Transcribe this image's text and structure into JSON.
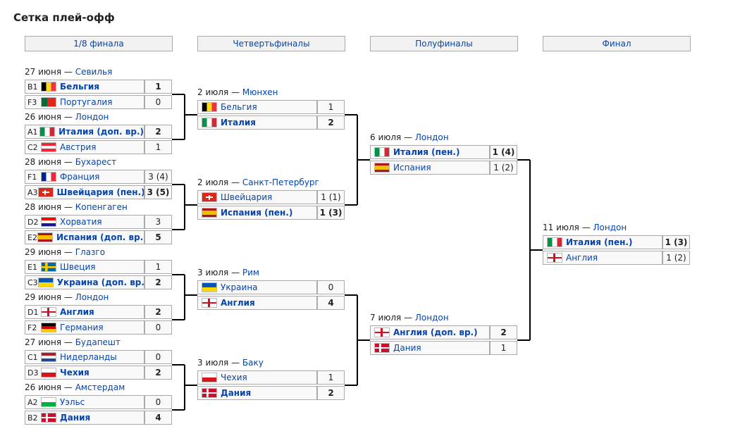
{
  "title": "Сетка плей-офф",
  "rounds": [
    "1/8 финала",
    "Четвертьфиналы",
    "Полуфиналы",
    "Финал"
  ],
  "r16": [
    {
      "date": "27 июня",
      "city": "Севилья",
      "teams": [
        {
          "seed": "B1",
          "name": "Бельгия",
          "score": "1",
          "win": true,
          "flag": "belgium"
        },
        {
          "seed": "F3",
          "name": "Португалия",
          "score": "0",
          "win": false,
          "flag": "portugal"
        }
      ]
    },
    {
      "date": "26 июня",
      "city": "Лондон",
      "teams": [
        {
          "seed": "A1",
          "name": "Италия (доп. вр.)",
          "score": "2",
          "win": true,
          "flag": "italy"
        },
        {
          "seed": "C2",
          "name": "Австрия",
          "score": "1",
          "win": false,
          "flag": "austria"
        }
      ]
    },
    {
      "date": "28 июня",
      "city": "Бухарест",
      "teams": [
        {
          "seed": "F1",
          "name": "Франция",
          "score": "3 (4)",
          "win": false,
          "flag": "france"
        },
        {
          "seed": "A3",
          "name": "Швейцария (пен.)",
          "score": "3 (5)",
          "win": true,
          "flag": "switzerland"
        }
      ]
    },
    {
      "date": "28 июня",
      "city": "Копенгаген",
      "teams": [
        {
          "seed": "D2",
          "name": "Хорватия",
          "score": "3",
          "win": false,
          "flag": "croatia"
        },
        {
          "seed": "E2",
          "name": "Испания (доп. вр.)",
          "score": "5",
          "win": true,
          "flag": "spain"
        }
      ]
    },
    {
      "date": "29 июня",
      "city": "Глазго",
      "teams": [
        {
          "seed": "E1",
          "name": "Швеция",
          "score": "1",
          "win": false,
          "flag": "sweden"
        },
        {
          "seed": "C3",
          "name": "Украина (доп. вр.)",
          "score": "2",
          "win": true,
          "flag": "ukraine"
        }
      ]
    },
    {
      "date": "29 июня",
      "city": "Лондон",
      "teams": [
        {
          "seed": "D1",
          "name": "Англия",
          "score": "2",
          "win": true,
          "flag": "england"
        },
        {
          "seed": "F2",
          "name": "Германия",
          "score": "0",
          "win": false,
          "flag": "germany"
        }
      ]
    },
    {
      "date": "27 июня",
      "city": "Будапешт",
      "teams": [
        {
          "seed": "C1",
          "name": "Нидерланды",
          "score": "0",
          "win": false,
          "flag": "netherlands"
        },
        {
          "seed": "D3",
          "name": "Чехия",
          "score": "2",
          "win": true,
          "flag": "czech"
        }
      ]
    },
    {
      "date": "26 июня",
      "city": "Амстердам",
      "teams": [
        {
          "seed": "A2",
          "name": "Уэльс",
          "score": "0",
          "win": false,
          "flag": "wales"
        },
        {
          "seed": "B2",
          "name": "Дания",
          "score": "4",
          "win": true,
          "flag": "denmark"
        }
      ]
    }
  ],
  "qf": [
    {
      "date": "2 июля",
      "city": "Мюнхен",
      "teams": [
        {
          "name": "Бельгия",
          "score": "1",
          "win": false,
          "flag": "belgium"
        },
        {
          "name": "Италия",
          "score": "2",
          "win": true,
          "flag": "italy"
        }
      ]
    },
    {
      "date": "2 июля",
      "city": "Санкт-Петербург",
      "teams": [
        {
          "name": "Швейцария",
          "score": "1 (1)",
          "win": false,
          "flag": "switzerland"
        },
        {
          "name": "Испания (пен.)",
          "score": "1 (3)",
          "win": true,
          "flag": "spain"
        }
      ]
    },
    {
      "date": "3 июля",
      "city": "Рим",
      "teams": [
        {
          "name": "Украина",
          "score": "0",
          "win": false,
          "flag": "ukraine"
        },
        {
          "name": "Англия",
          "score": "4",
          "win": true,
          "flag": "england"
        }
      ]
    },
    {
      "date": "3 июля",
      "city": "Баку",
      "teams": [
        {
          "name": "Чехия",
          "score": "1",
          "win": false,
          "flag": "czech"
        },
        {
          "name": "Дания",
          "score": "2",
          "win": true,
          "flag": "denmark"
        }
      ]
    }
  ],
  "sf": [
    {
      "date": "6 июля",
      "city": "Лондон",
      "teams": [
        {
          "name": "Италия (пен.)",
          "score": "1 (4)",
          "win": true,
          "flag": "italy"
        },
        {
          "name": "Испания",
          "score": "1 (2)",
          "win": false,
          "flag": "spain"
        }
      ]
    },
    {
      "date": "7 июля",
      "city": "Лондон",
      "teams": [
        {
          "name": "Англия (доп. вр.)",
          "score": "2",
          "win": true,
          "flag": "england"
        },
        {
          "name": "Дания",
          "score": "1",
          "win": false,
          "flag": "denmark"
        }
      ]
    }
  ],
  "final": [
    {
      "date": "11 июля",
      "city": "Лондон",
      "teams": [
        {
          "name": "Италия (пен.)",
          "score": "1 (3)",
          "win": true,
          "flag": "italy"
        },
        {
          "name": "Англия",
          "score": "1 (2)",
          "win": false,
          "flag": "england"
        }
      ]
    }
  ],
  "colors": {
    "link": "#0645ad",
    "border": "#aaaaaa",
    "cell": "#f9f9f9",
    "header": "#f2f2f2",
    "connector": "#000000"
  }
}
